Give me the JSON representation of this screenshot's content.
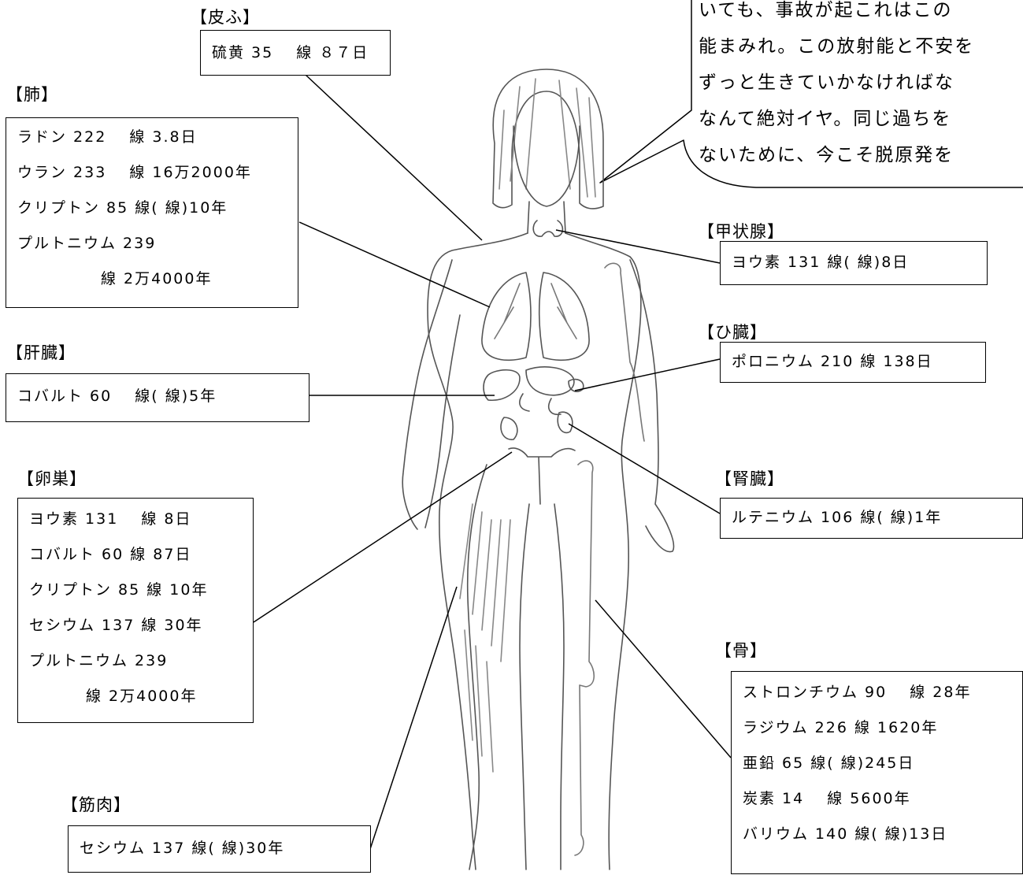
{
  "speech_bubble": {
    "lines": [
      "いても、事故が起これはこの",
      "能まみれ。この放射能と不安を",
      "ずっと生きていかなければな",
      "なんて絶対イヤ。同じ過ちを",
      "ないために、今こそ脱原発を"
    ]
  },
  "organs": {
    "skin": {
      "title": "【皮ふ】",
      "lines": [
        "硫黄 35　 線 ８７日"
      ]
    },
    "lung": {
      "title": "【肺】",
      "lines": [
        "ラドン 222　  線  3.8日",
        "ウラン 233　  線 16万2000年",
        "クリプトン 85  線(  線)10年",
        "プルトニウム 239",
        "線   2万4000年"
      ]
    },
    "liver": {
      "title": "【肝臓】",
      "lines": [
        "コバルト 60　 線(  線)5年"
      ]
    },
    "ovary": {
      "title": "【卵巣】",
      "lines": [
        "ヨウ素 131　  線  8日",
        "コバルト 60  線 87日",
        "クリプトン 85   線 10年",
        "セシウム 137   線 30年",
        "プルトニウム 239",
        "線  2万4000年"
      ]
    },
    "muscle": {
      "title": "【筋肉】",
      "lines": [
        "セシウム 137   線(  線)30年"
      ]
    },
    "thyroid": {
      "title": "【甲状腺】",
      "lines": [
        "ヨウ素 131   線(  線)8日"
      ]
    },
    "spleen": {
      "title": "【ひ臓】",
      "lines": [
        "ポロニウム 210   線 138日"
      ]
    },
    "kidney": {
      "title": "【腎臓】",
      "lines": [
        "ルテニウム 106   線(  線)1年"
      ]
    },
    "bone": {
      "title": "【骨】",
      "lines": [
        "ストロンチウム 90　  線  28年",
        "ラジウム 226   線 1620年",
        "亜鉛 65   線(  線)245日",
        "炭素 14　   線  5600年",
        "バリウム 140  線(  線)13日"
      ]
    }
  }
}
